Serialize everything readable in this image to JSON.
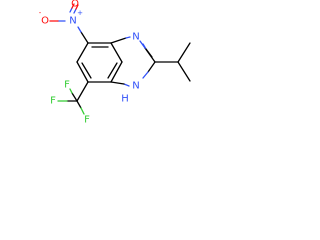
{
  "atom_colors": {
    "oxygen": "#ff0d0d",
    "nitrogen": "#3050f8",
    "fluorine": "#33cc33",
    "carbon": "#000000"
  },
  "labels": {
    "nitro_o_top": "O",
    "nitro_o_left": "O",
    "nitro_o_left_charge": "-",
    "nitro_n": "N",
    "nitro_n_charge": "+",
    "ring_n_top": "N",
    "ring_nh_n": "N",
    "ring_nh_h": "H",
    "f_top": "F",
    "f_left": "F",
    "f_bottom": "F"
  }
}
